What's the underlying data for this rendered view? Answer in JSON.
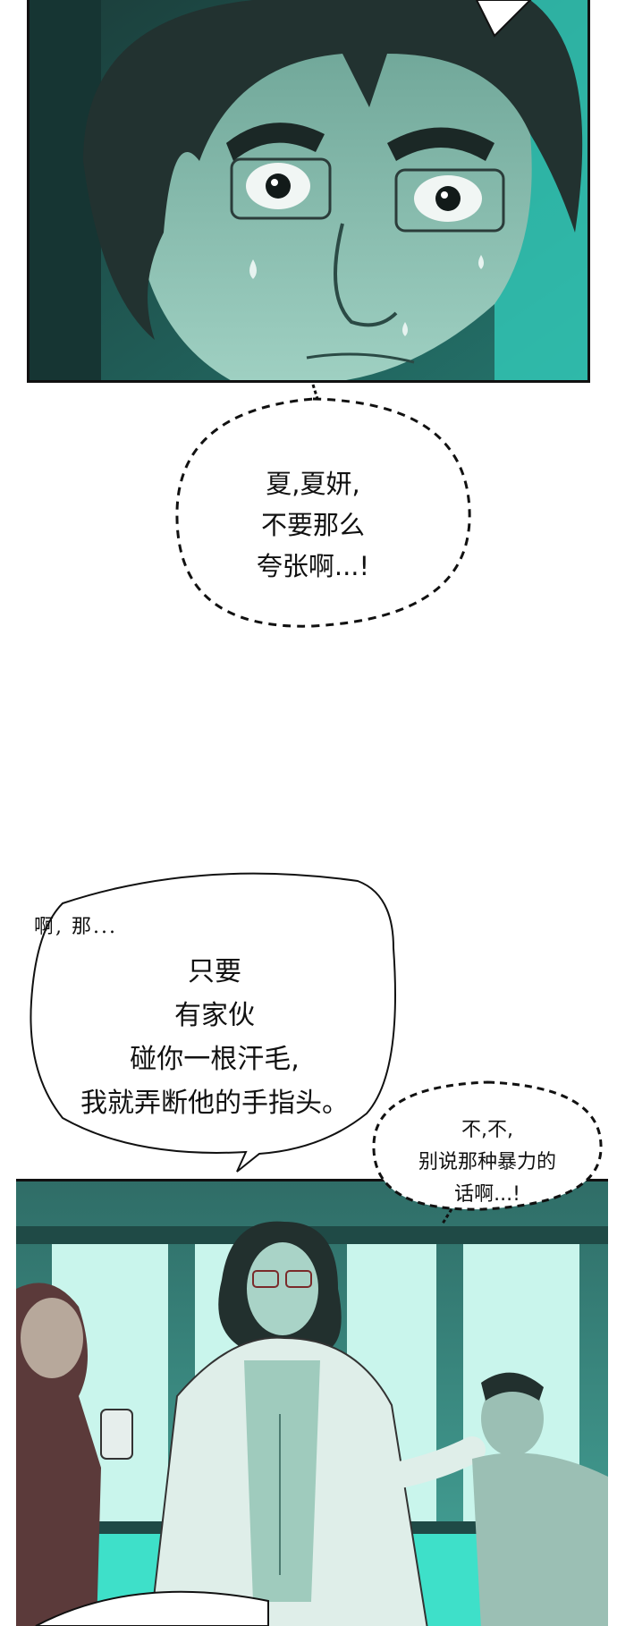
{
  "bubbles": {
    "dashed_top": "夏,夏妍,\n不要那么\n夸张啊...!",
    "main": "只要\n有家伙\n碰你一根汗毛,\n我就弄断他的手指头。",
    "dashed_small": "不,不,\n别说那种暴力的\n话啊...!",
    "sfx": "啊, 那..."
  },
  "colors": {
    "teal_dark": "#1f5550",
    "teal_light": "#3fd8c6",
    "skin": "#8fc5b6",
    "ink": "#111111"
  }
}
